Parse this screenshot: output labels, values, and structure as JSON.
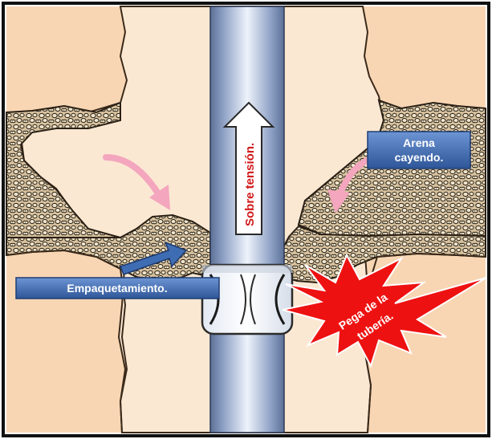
{
  "labels": {
    "tension": "Sobre tensión.",
    "sand_falling_line1": "Arena",
    "sand_falling_line2": "cayendo.",
    "packing": "Empaquetamiento.",
    "stuck_pipe_line1": "Pega de la",
    "stuck_pipe_line2": "tubería."
  },
  "colors": {
    "formation": "#f8d6b4",
    "borehole": "#fbe8d3",
    "sand_fill": "#c9b089",
    "pipe_edge": "#5c6f95",
    "pipe_light": "#e8eef9",
    "label_box": "#3f6db3",
    "curved_arrow": "#f3a6bd",
    "burst": "#ee1111",
    "outline": "#1a1a1a"
  }
}
